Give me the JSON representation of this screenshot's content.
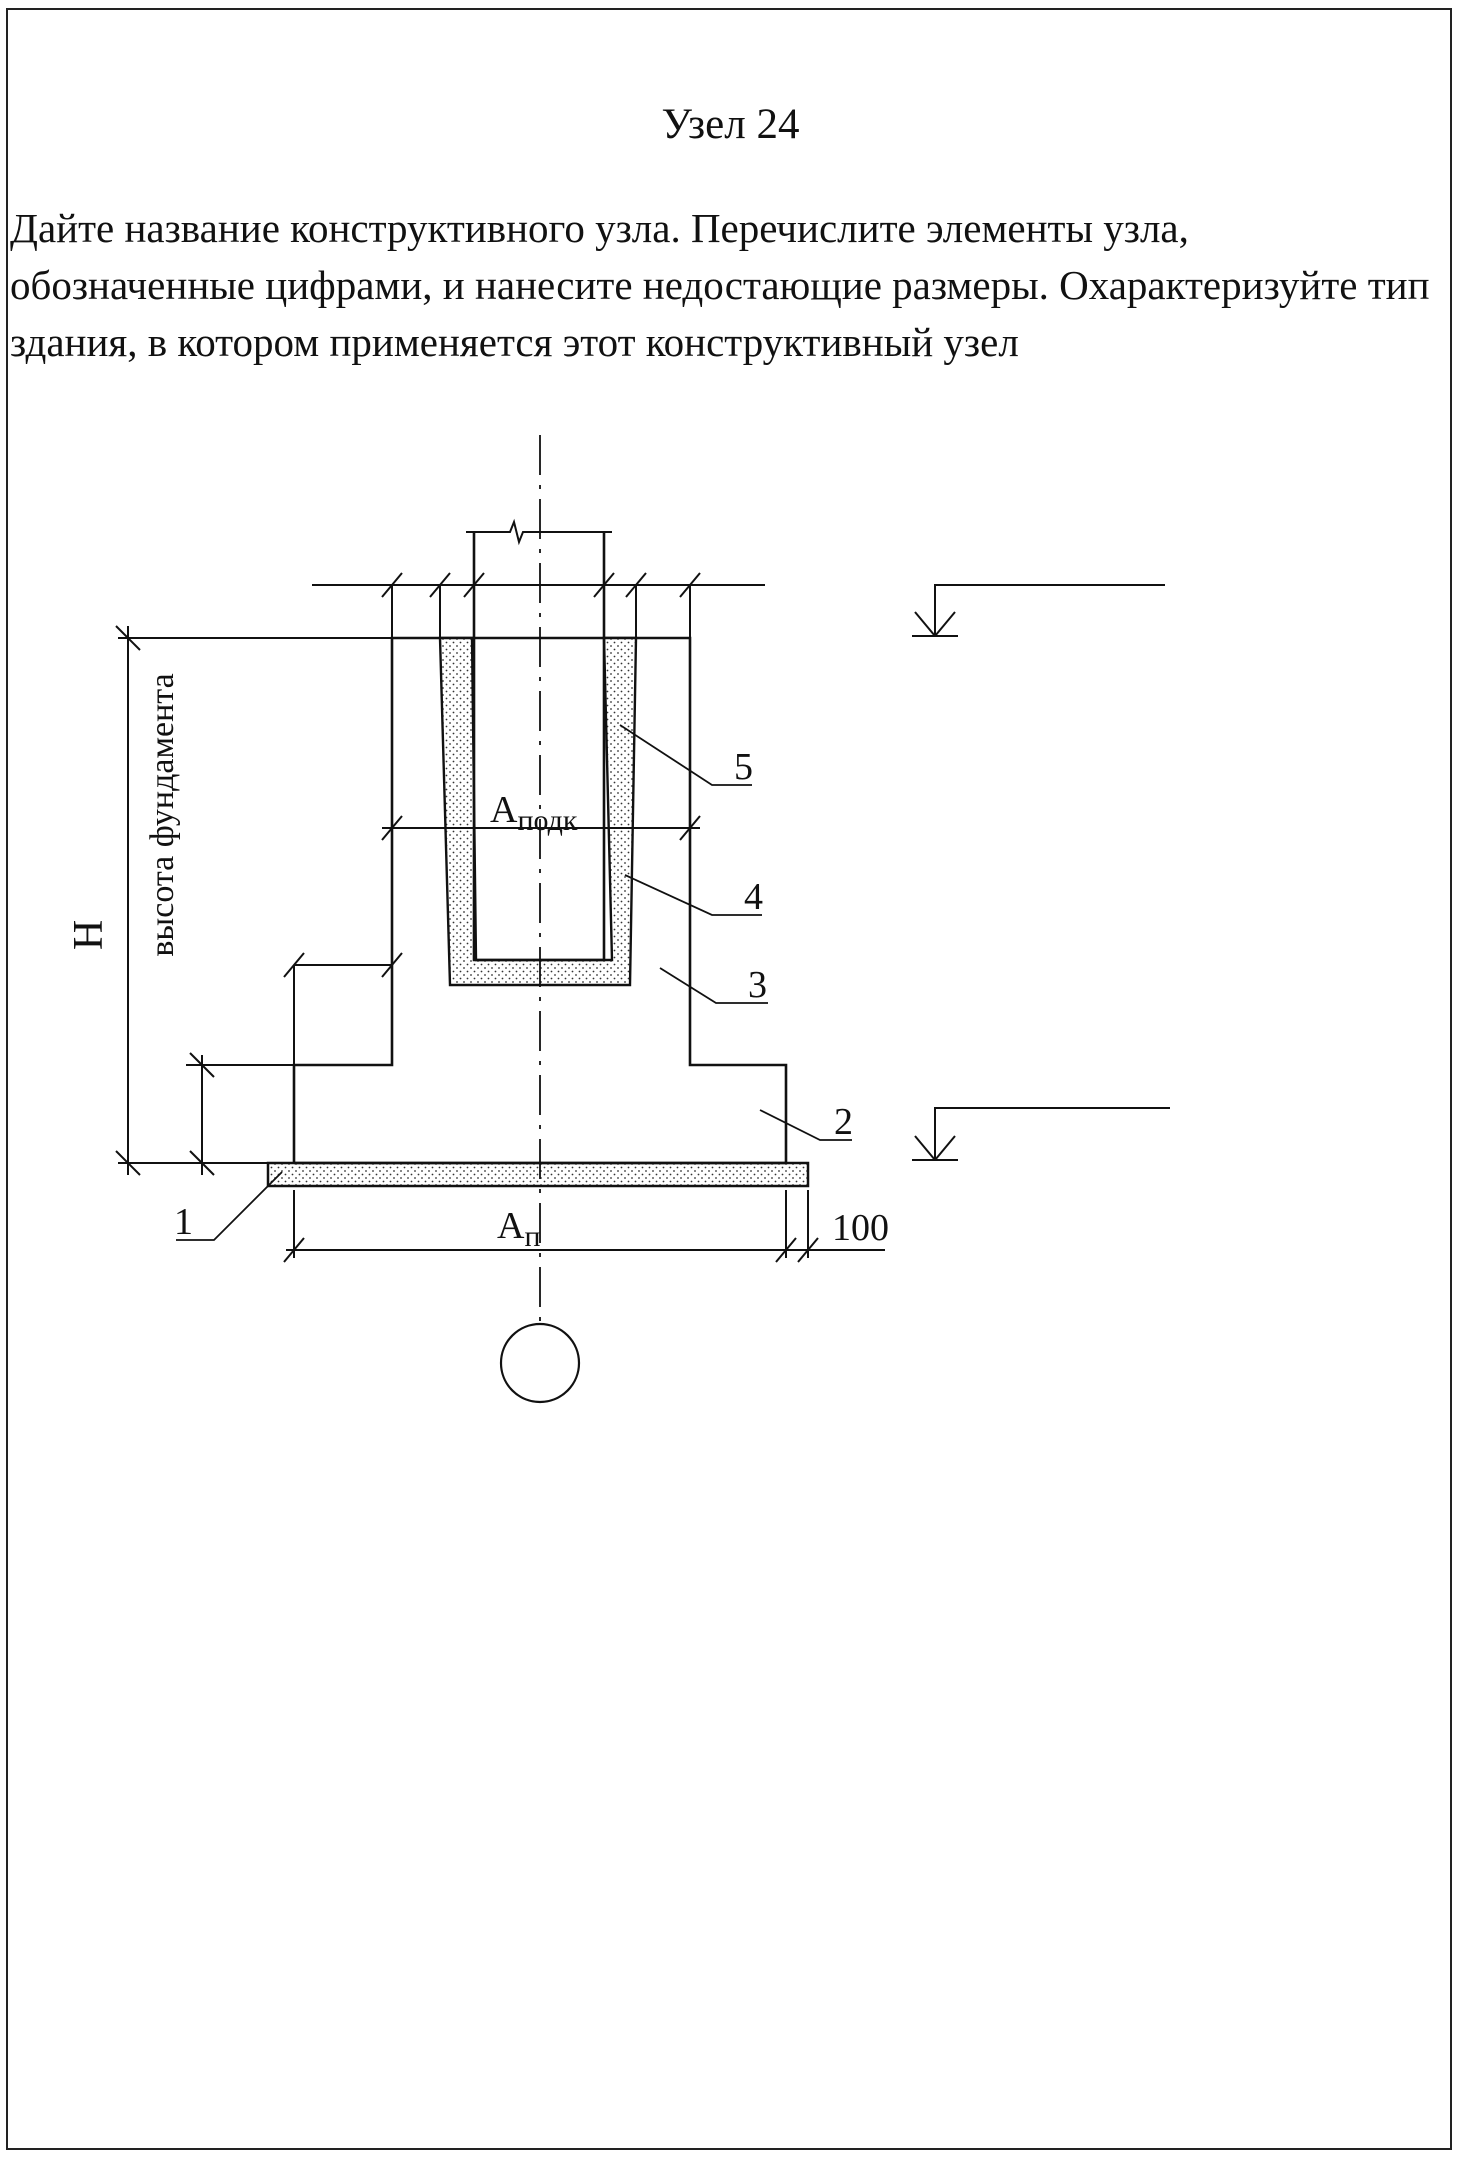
{
  "title": "Узел 24",
  "task_text": "Дайте название конструктивного узла. Перечислите элементы узла, обозначенные цифрами, и нанесите недостающие размеры.  Охарактеризуйте тип здания, в котором применяется этот конструктивный узел",
  "diagram": {
    "label_h": "H",
    "label_height": "высота фундамента",
    "label_a_podk_main": "A",
    "label_a_podk_sub": "подк",
    "label_a_p_main": "A",
    "label_a_p_sub": "п",
    "dimension_100": "100",
    "callouts": [
      "1",
      "2",
      "3",
      "4",
      "5"
    ]
  }
}
